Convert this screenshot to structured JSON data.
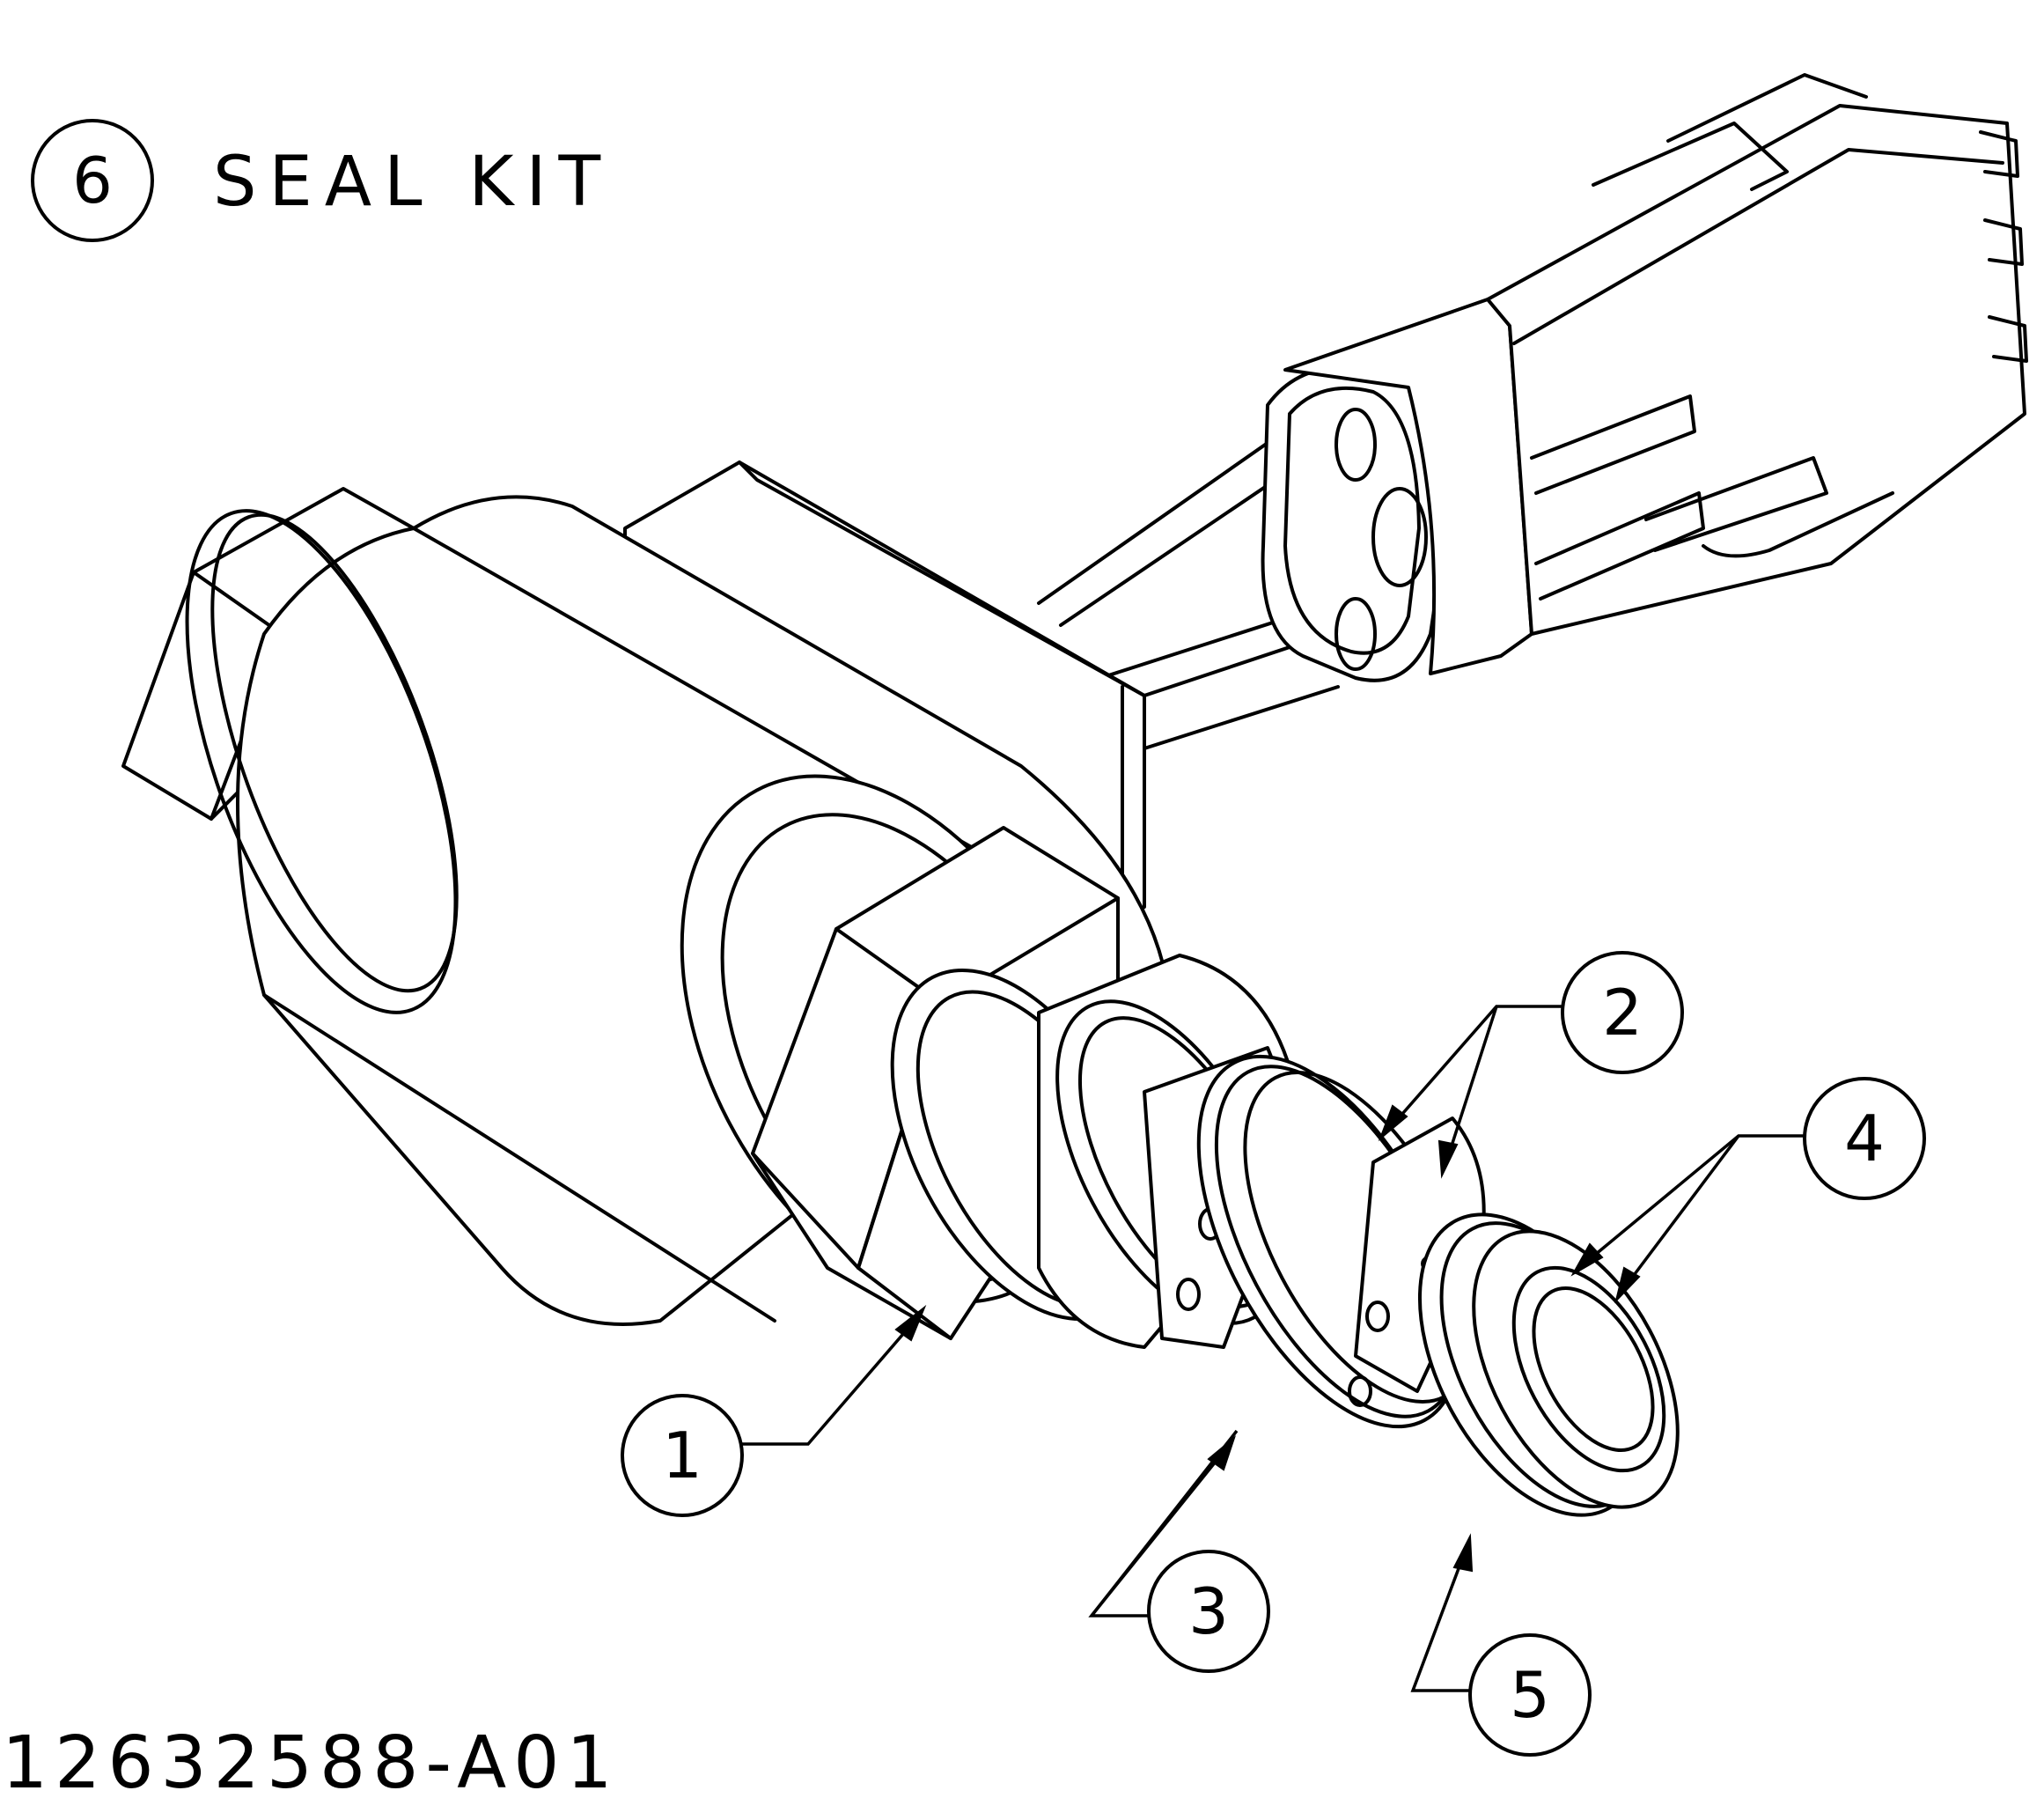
{
  "header": {
    "kit_number": "6",
    "kit_label": "SEAL KIT"
  },
  "callouts": [
    {
      "id": "1"
    },
    {
      "id": "2"
    },
    {
      "id": "3"
    },
    {
      "id": "4"
    },
    {
      "id": "5"
    }
  ],
  "footer": {
    "part_number": "12632588-A01"
  }
}
